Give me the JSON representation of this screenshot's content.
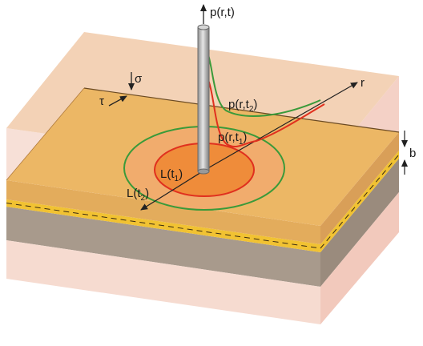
{
  "labels": {
    "wellbore_pressure": {
      "prefix": "p(r,t",
      "suffix": ")"
    },
    "pressure_t2": {
      "prefix": "p(r,t",
      "sub": "2",
      "suffix": ")"
    },
    "pressure_t1": {
      "prefix": "p(r,t",
      "sub": "1",
      "suffix": ")"
    },
    "length_t1": {
      "prefix": "L(t",
      "sub": "1",
      "suffix": ")"
    },
    "length_t2": {
      "prefix": "L(t",
      "sub": "2",
      "suffix": ")"
    },
    "radial_axis": "r",
    "thickness": "b",
    "shear_stress": "τ",
    "normal_stress": "σ"
  },
  "colors": {
    "rock_top": "#f3d2b6",
    "rock_side_front": "#f6dbd0",
    "rock_side_right": "#f2c9bc",
    "layer_top": "#ecb765",
    "layer_front": "#e3ac5c",
    "layer_right": "#d99f58",
    "fault_band": "#f1c232",
    "lower_front": "#a89a8c",
    "lower_right": "#9a8b7d",
    "inner_zone": "#ef8c3a",
    "outer_zone": "#f3a870",
    "curve_t1": "#e0301e",
    "curve_t2": "#3a9a3a",
    "wellbore": "#bdbdbd"
  }
}
